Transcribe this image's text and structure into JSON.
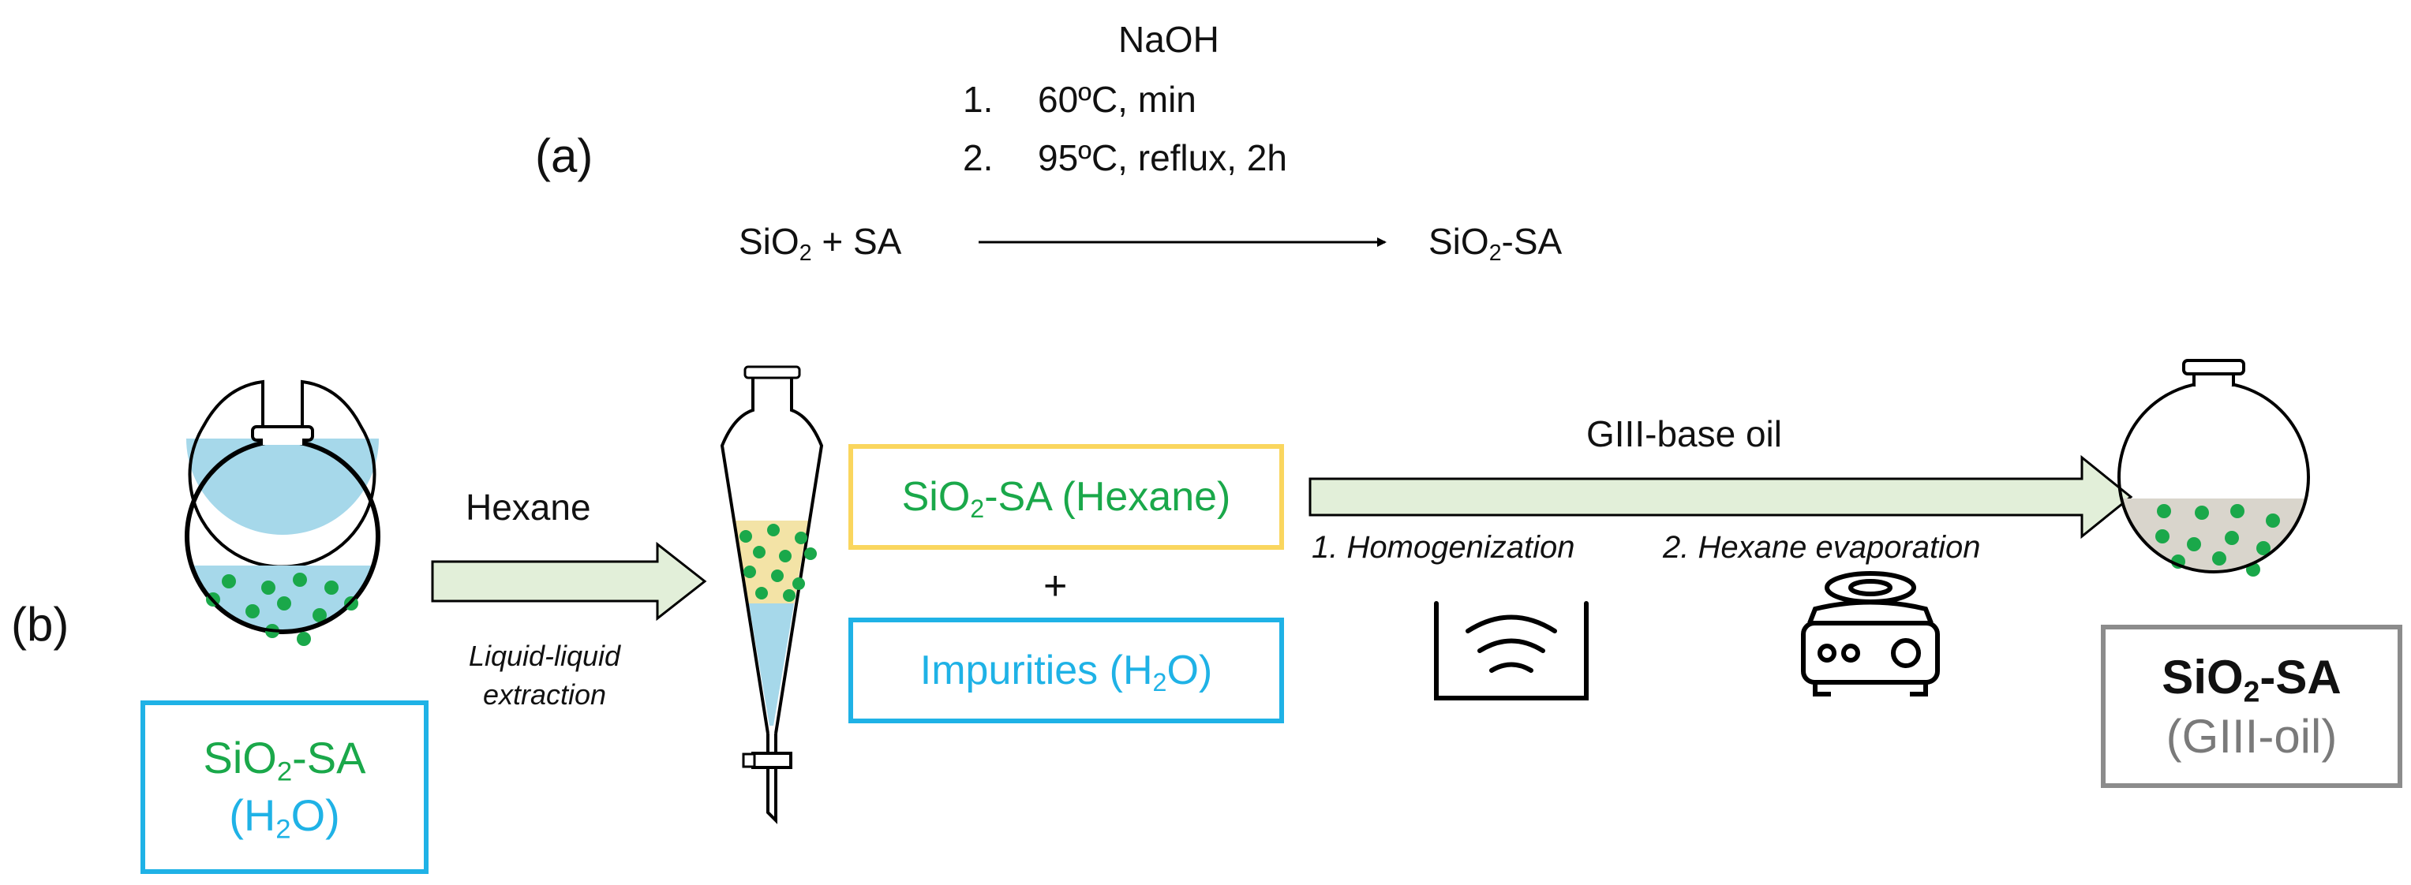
{
  "panel_a": {
    "label": "(a)",
    "reagent": "NaOH",
    "step1_num": "1.",
    "step1": "60ºC, min",
    "step2_num": "2.",
    "step2": "95ºC, reflux, 2h",
    "reactant_si": "SiO",
    "reactant_sub": "2",
    "reactant_rest": " + SA",
    "product_si": "SiO",
    "product_sub": "2",
    "product_rest": "-SA"
  },
  "panel_b": {
    "label": "(b)",
    "hexane": "Hexane",
    "extraction_line1": "Liquid-liquid",
    "extraction_line2": "extraction",
    "flask1_box": {
      "si": "SiO",
      "sub": "2",
      "rest": "-SA",
      "line2_pre": "(H",
      "line2_sub": "2",
      "line2_post": "O)"
    },
    "hexane_box": {
      "si": "SiO",
      "sub": "2",
      "rest": "-SA (Hexane)"
    },
    "plus": "+",
    "impurities_box": {
      "pre": "Impurities (H",
      "sub": "2",
      "post": "O)"
    },
    "base_oil": "GIII-base oil",
    "step_homogenization": "1. Homogenization",
    "step_evaporation": "2. Hexane evaporation",
    "final_box": {
      "si": "SiO",
      "sub": "2",
      "rest": "-SA",
      "line2": "(GIII-oil)"
    }
  },
  "colors": {
    "arrow_fill": "#e2efd9",
    "water": "#a6d8ea",
    "hexane_layer": "#f3e3a6",
    "oil": "#d9d5cc",
    "particle": "#1aa84a",
    "hexane_box_border": "#fad65e",
    "water_box_border": "#1fb2e6",
    "final_box_border": "#8c8c8c"
  }
}
